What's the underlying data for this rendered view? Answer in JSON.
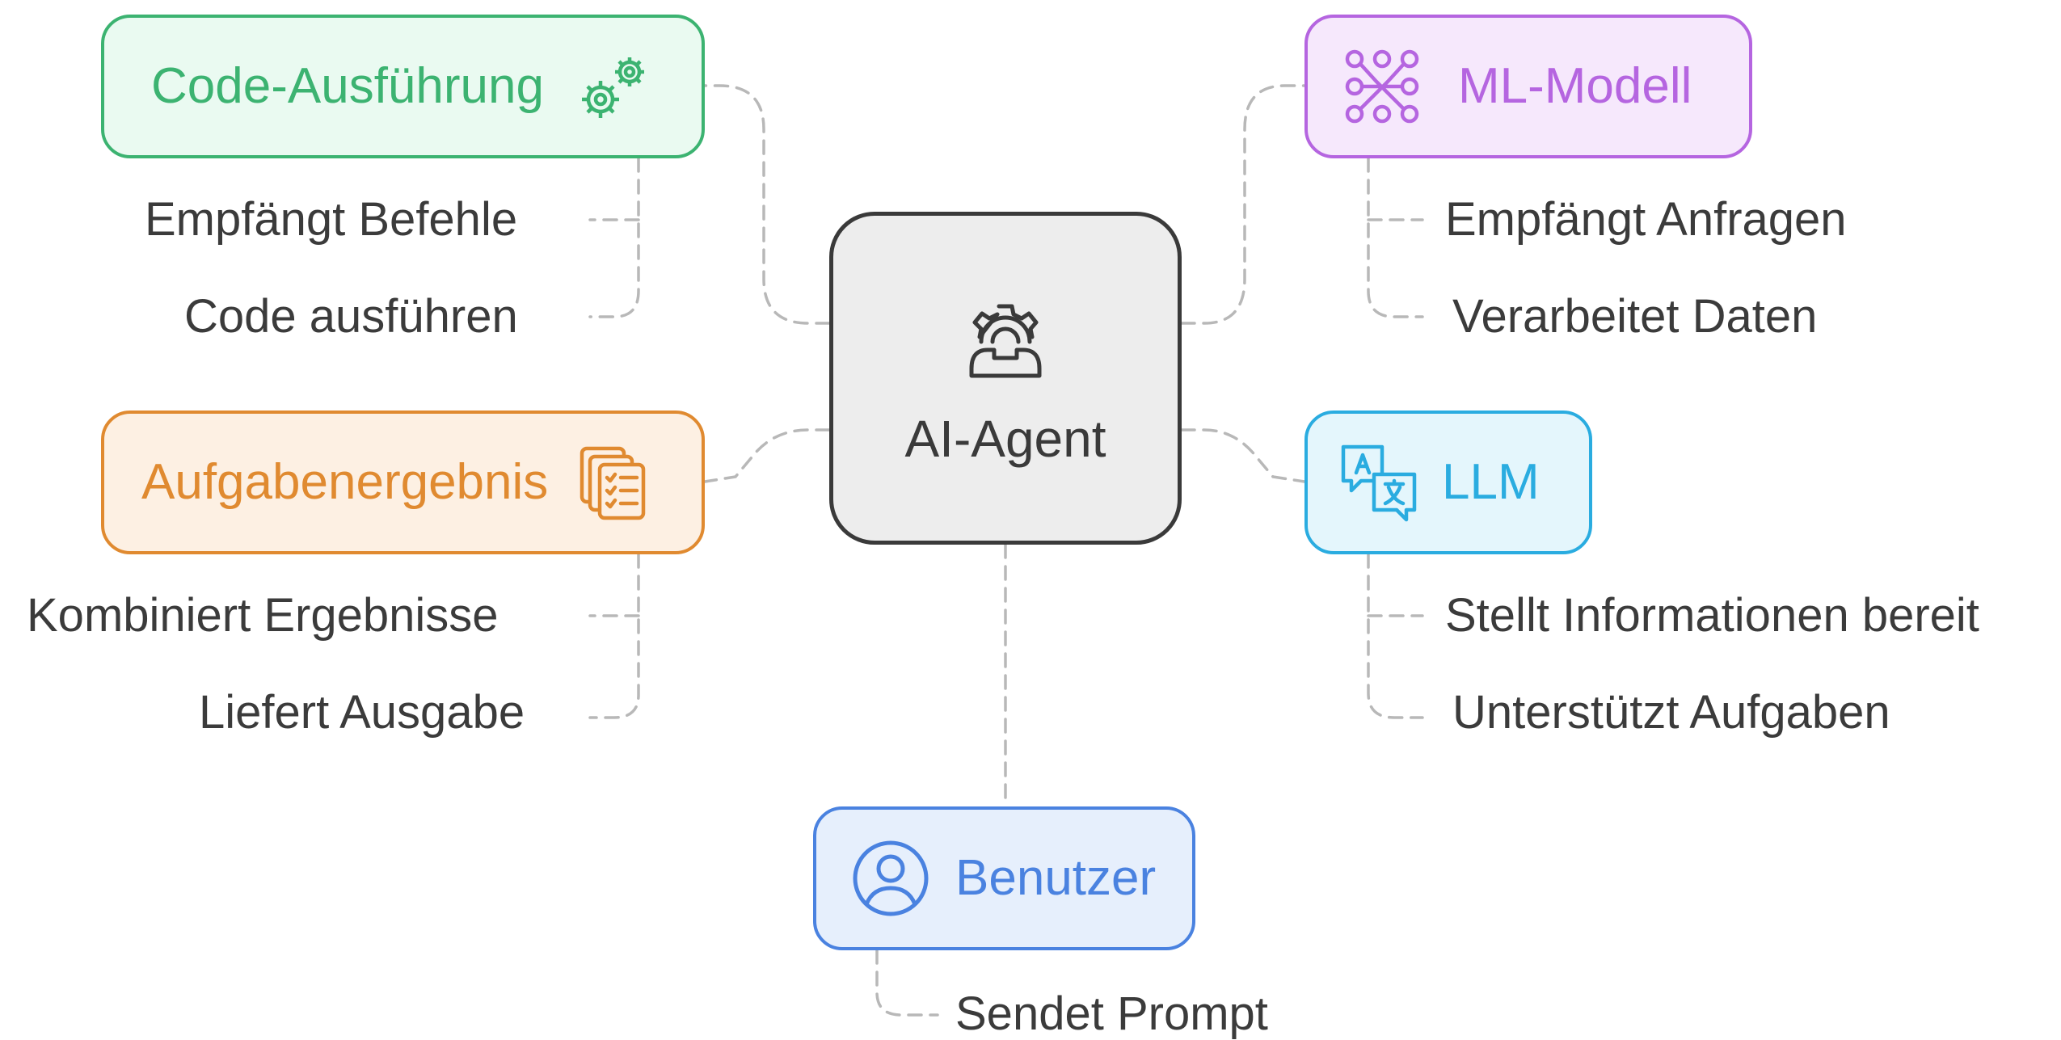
{
  "colors": {
    "code": "#3cb371",
    "result": "#e08a30",
    "ml": "#b565e0",
    "llm": "#2aace0",
    "user": "#4a82e0",
    "agent": "#3a3a3a",
    "connector": "#b8b8b8"
  },
  "center": {
    "label": "AI-Agent",
    "icon": "agent-gear-phone-icon"
  },
  "nodes": {
    "code": {
      "label": "Code-Ausführung",
      "icon": "gears-icon",
      "items": [
        "Empfängt Befehle",
        "Code ausführen"
      ]
    },
    "result": {
      "label": "Aufgabenergebnis",
      "icon": "checklist-stack-icon",
      "items": [
        "Kombiniert Ergebnisse",
        "Liefert Ausgabe"
      ]
    },
    "ml": {
      "label": "ML-Modell",
      "icon": "neural-network-icon",
      "items": [
        "Empfängt Anfragen",
        "Verarbeitet Daten"
      ]
    },
    "llm": {
      "label": "LLM",
      "icon": "translate-icon",
      "items": [
        "Stellt Informationen bereit",
        "Unterstützt Aufgaben"
      ]
    },
    "user": {
      "label": "Benutzer",
      "icon": "user-icon",
      "items": [
        "Sendet Prompt"
      ]
    }
  }
}
